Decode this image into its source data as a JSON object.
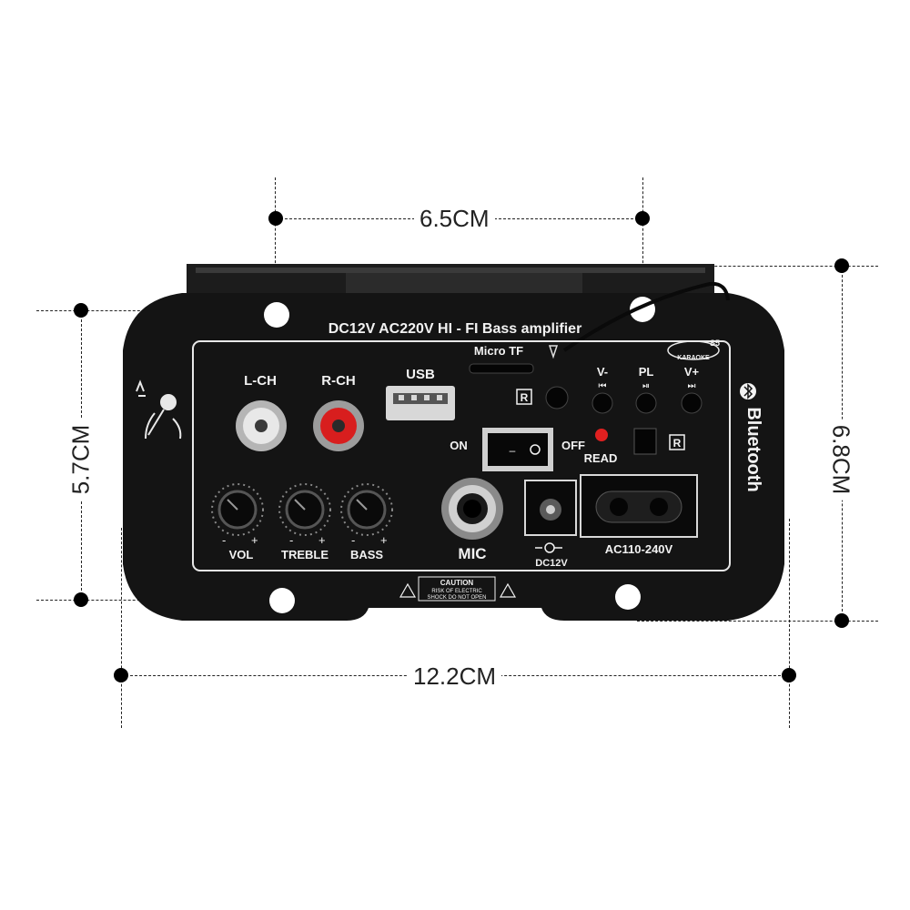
{
  "dimensions": {
    "top_width": "6.5CM",
    "bottom_width": "12.2CM",
    "left_height": "5.7CM",
    "right_height": "6.8CM"
  },
  "panel": {
    "title": "DC12V AC220V HI - FI Bass amplifier",
    "micro_tf": "Micro TF",
    "lch": "L-CH",
    "rch": "R-CH",
    "usb": "USB",
    "on": "ON",
    "off": "OFF",
    "read": "READ",
    "r_mark": "R",
    "v_minus": "V-",
    "pl": "PL",
    "v_plus": "V+",
    "bluetooth": "Bluetooth",
    "vol": "VOL",
    "treble": "TREBLE",
    "bass": "BASS",
    "mic": "MIC",
    "dc12v": "DC12V",
    "ac": "AC110-240V",
    "caution": "CAUTION",
    "caution_line1": "RISK OF ELECTRIC",
    "caution_line2": "SHOCK DO NOT OPEN",
    "s5": "S5",
    "karaoke": "KARAOKE",
    "minus": "-",
    "plus": "+"
  },
  "colors": {
    "panel": "#141414",
    "silk": "#f2f2f2",
    "rca_left": "#e8e8e8",
    "rca_right": "#d81e1e",
    "led": "#e02020"
  }
}
